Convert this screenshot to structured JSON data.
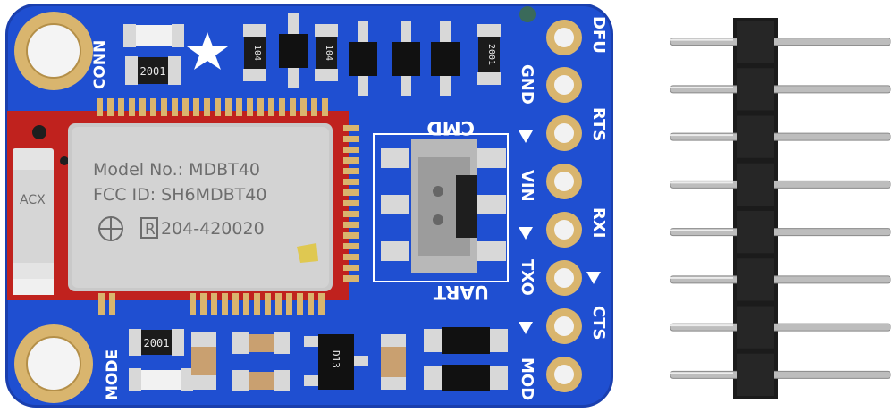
{
  "board": {
    "colors": {
      "pcb": "#1f4fd1",
      "pcb_edge": "#1a3fae",
      "gold": "#d9b56e",
      "shield": "#c9c9c9",
      "module_red": "#c0221e",
      "header_plastic": "#1b1b1b",
      "pin_metal": "#bdbdbd"
    },
    "labels": {
      "conn": "CONN",
      "mode": "MODE",
      "cmd": "CMD",
      "uart": "UART",
      "dfu": "DFU",
      "gnd": "GND",
      "rts": "RTS",
      "vin": "VIN",
      "rxi": "RXI",
      "txo": "TXO",
      "cts": "CTS",
      "mod": "MOD"
    },
    "module": {
      "model": "Model No.: MDBT40",
      "fcc": "FCC ID: SH6MDBT40",
      "r_mark": "R",
      "cert": "204-420020",
      "antenna": "ACX"
    },
    "resistor_codes": {
      "r1": "2001",
      "r2": "104",
      "r3": "104",
      "r4": "2001",
      "r5": "2001"
    },
    "regulator_code": "D13"
  },
  "header": {
    "pin_count": 8
  }
}
